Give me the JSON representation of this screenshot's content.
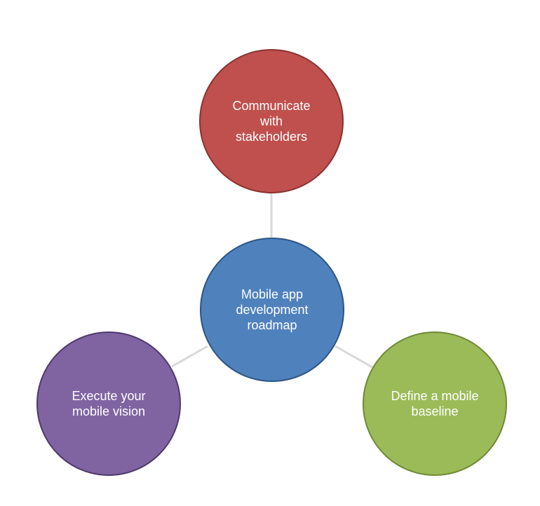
{
  "diagram": {
    "center": {
      "label": "Mobile app\ndevelopment\nroadmap",
      "color": "#4f81bd"
    },
    "top": {
      "label": "Communicate\nwith\nstakeholders",
      "color": "#c0504d"
    },
    "left": {
      "label": "Execute your\nmobile vision",
      "color": "#8064a2"
    },
    "right": {
      "label": "Define a mobile\nbaseline",
      "color": "#9bbb59"
    },
    "connector_color": "#d9d9d9"
  }
}
